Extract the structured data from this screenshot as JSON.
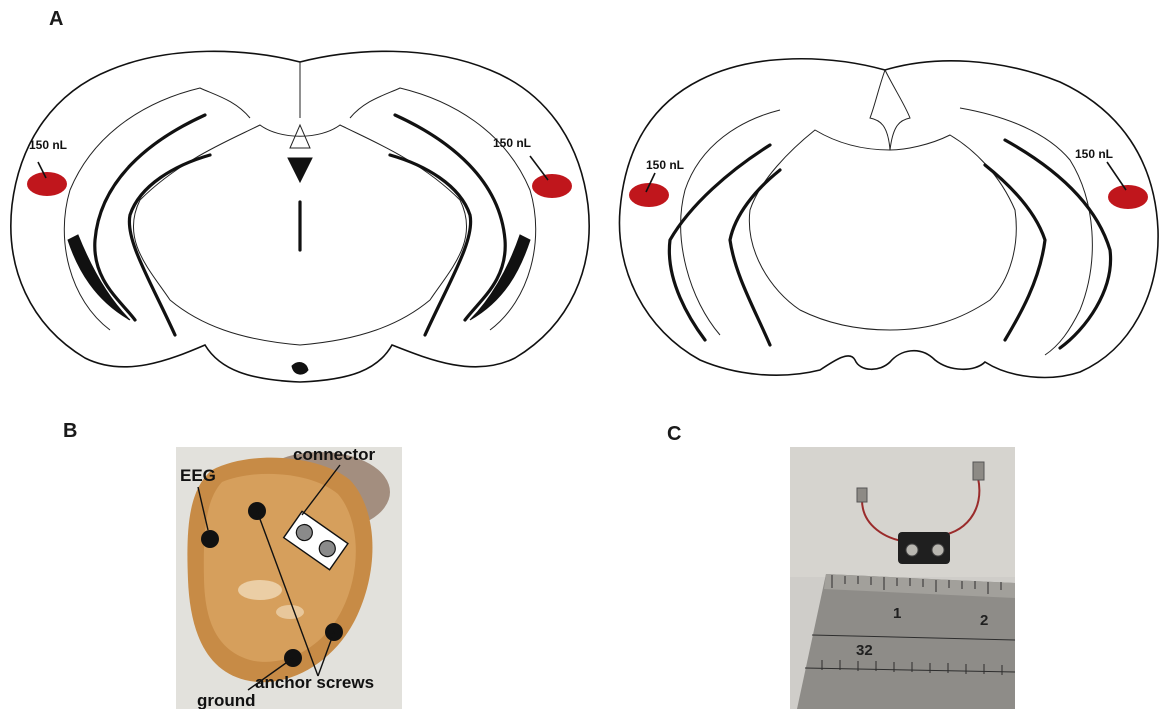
{
  "panels": {
    "a": {
      "letter": "A",
      "injection_volume_label": "150 nL",
      "injection_color": "#c0161c"
    },
    "b": {
      "letter": "B",
      "labels": {
        "eeg": "EEG",
        "connector": "connector",
        "ground": "ground",
        "anchor_screws": "anchor screws"
      }
    },
    "c": {
      "letter": "C",
      "ruler_numbers": [
        "1",
        "2",
        "32"
      ]
    }
  }
}
